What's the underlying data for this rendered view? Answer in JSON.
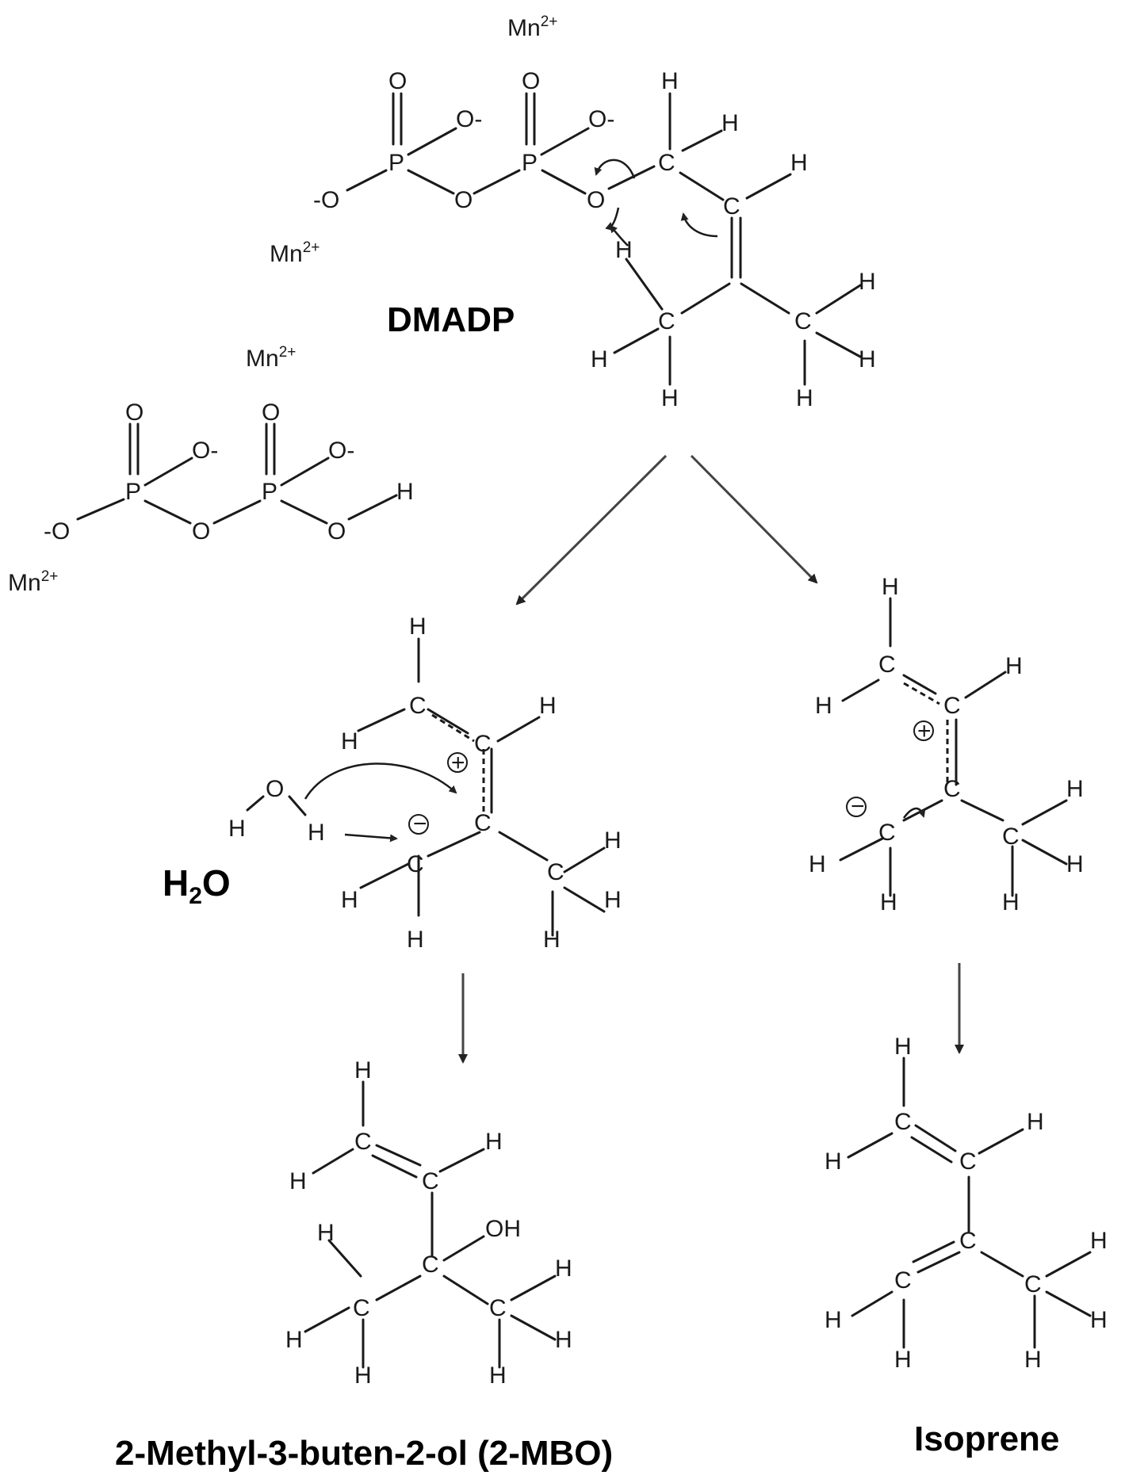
{
  "labels": {
    "dmadp": "DMADP",
    "water": "H2O",
    "mbo": "2-Methyl-3-buten-2-ol (2-MBO)",
    "isoprene": "Isoprene"
  },
  "ions": {
    "mn": "Mn",
    "mn_charge": "2+"
  },
  "atoms": {
    "h": "H",
    "c": "C",
    "o": "O",
    "p": "P",
    "oh": "OH",
    "o_minus": "O-",
    "minus_o": "-O"
  },
  "charges": {
    "plus": "+",
    "minus": "−"
  }
}
